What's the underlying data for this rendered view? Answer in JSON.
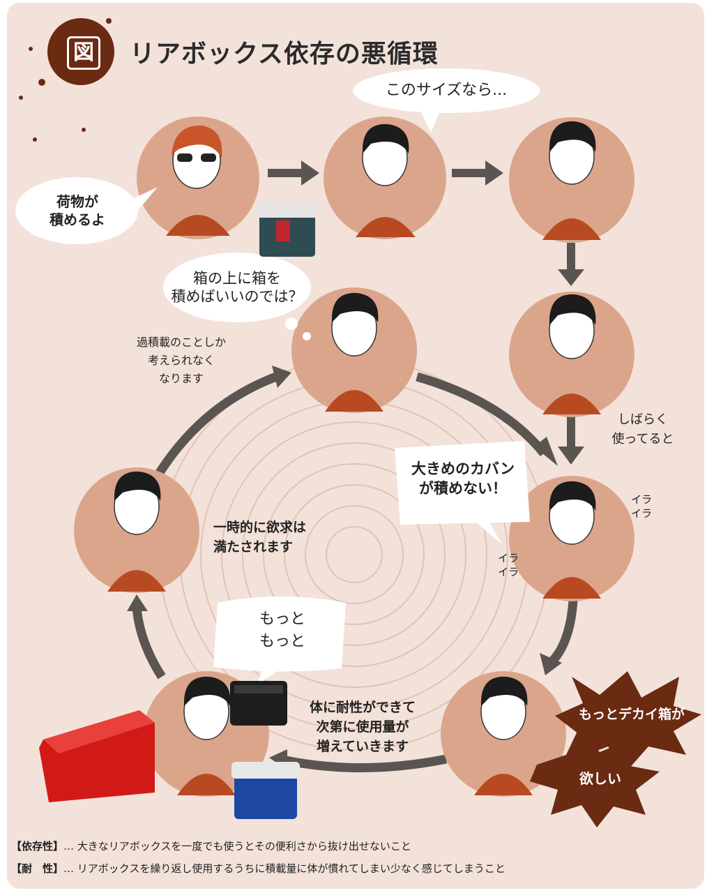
{
  "figure": {
    "badge": "図",
    "title": "リアボックス依存の悪循環"
  },
  "bubbles": {
    "b1": "荷物が\n積めるよ",
    "b2": "このサイズなら...",
    "b3": "箱の上に箱を\n積めばいいのでは？",
    "b4": "大きめのカバン\nが積めない！",
    "b5": "もっと\nもっと",
    "b6a": "もっとデカイ箱が",
    "b6b": "欲しい"
  },
  "captions": {
    "c1": "過積載のことしか\n考えられなく\nなります",
    "c2": "しばらく\n使ってると",
    "c3": "一時的に欲求は\n満たされます",
    "c4": "体に耐性ができて\n次第に使用量が\n増えていきます",
    "ira1": "イラ\nイラ",
    "ira2": "イラ\nイラ"
  },
  "legend": {
    "line1_term": "【依存性】",
    "line1_text": "… 大きなリアボックスを一度でも使うとその便利さから抜け出せないこと",
    "line2_term": "【耐　性】",
    "line2_text": "… リアボックスを繰り返し使用するうちに積載量に体が慣れてしまい少なく感じてしまうこと"
  },
  "colors": {
    "background": "#f3e2da",
    "circle": "#dba58c",
    "shirt": "#b84a22",
    "arrow": "#5b5552",
    "badge": "#6b2a12"
  }
}
